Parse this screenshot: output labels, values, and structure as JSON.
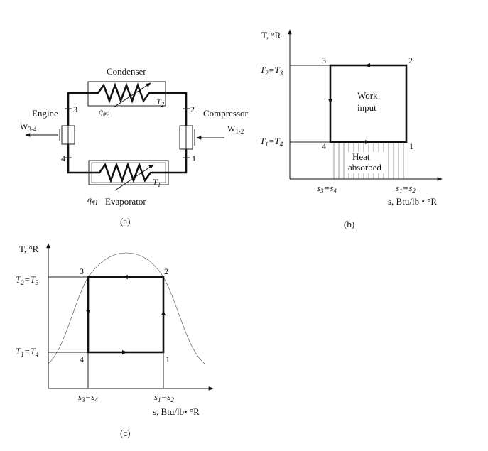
{
  "panel_a": {
    "condenser_label": "Condenser",
    "evaporator_label": "Evaporator",
    "engine_label": "Engine",
    "compressor_label": "Compressor",
    "q_condenser": {
      "base": "q",
      "sub": "#2"
    },
    "q_evaporator": {
      "base": "q",
      "sub": "#1"
    },
    "t_condenser": {
      "base": "T",
      "sub": "2"
    },
    "t_evaporator": {
      "base": "T",
      "sub": "1"
    },
    "w_engine": {
      "base": "W",
      "sub": "3-4"
    },
    "w_compressor": {
      "base": "W",
      "sub": "1-2"
    },
    "state_points": [
      "3",
      "2",
      "4",
      "1"
    ],
    "caption": "(a)"
  },
  "panel_b": {
    "y_axis": "T, °R",
    "x_axis": "s, Btu/lb • °R",
    "t_high": {
      "a": "T",
      "a_sub": "2",
      "b": "T",
      "b_sub": "3"
    },
    "t_low": {
      "a": "T",
      "a_sub": "1",
      "b": "T",
      "b_sub": "4"
    },
    "s_left": {
      "a": "s",
      "a_sub": "3",
      "b": "s",
      "b_sub": "4"
    },
    "s_right": {
      "a": "s",
      "a_sub": "1",
      "b": "s",
      "b_sub": "2"
    },
    "work_label": [
      "Work",
      "input"
    ],
    "heat_label": [
      "Heat",
      "absorbed"
    ],
    "corners": [
      "3",
      "2",
      "4",
      "1"
    ],
    "caption": "(b)"
  },
  "panel_c": {
    "y_axis": "T, °R",
    "x_axis": "s, Btu/lb• °R",
    "t_high": {
      "a": "T",
      "a_sub": "2",
      "b": "T",
      "b_sub": "3"
    },
    "t_low": {
      "a": "T",
      "a_sub": "1",
      "b": "T",
      "b_sub": "4"
    },
    "s_left": {
      "a": "s",
      "a_sub": "3",
      "b": "s",
      "b_sub": "4"
    },
    "s_right": {
      "a": "s",
      "a_sub": "1",
      "b": "s",
      "b_sub": "2"
    },
    "corners": [
      "3",
      "2",
      "4",
      "1"
    ],
    "caption": "(c)"
  }
}
